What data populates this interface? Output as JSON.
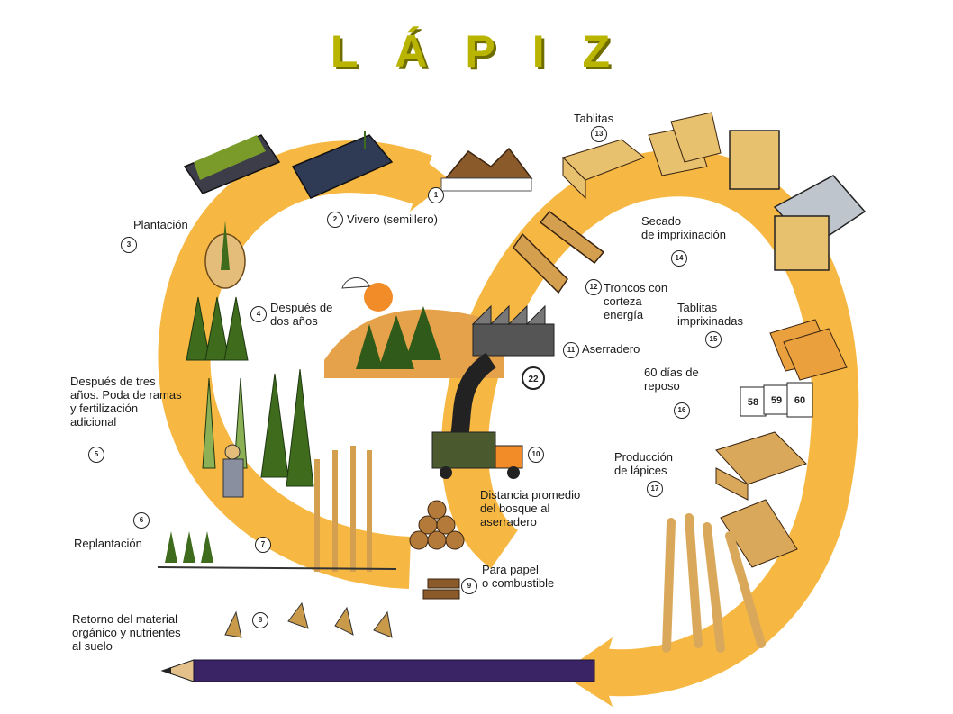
{
  "title": "L Á P I Z",
  "steps": [
    {
      "num": "1",
      "label": ""
    },
    {
      "num": "2",
      "label": "Vivero (semillero)"
    },
    {
      "num": "3",
      "label": "Plantación"
    },
    {
      "num": "4",
      "label": "Después de\ndos años"
    },
    {
      "num": "5",
      "label": "Después de tres\naños. Poda de ramas\ny fertilización\nadicional"
    },
    {
      "num": "6",
      "label": "Replantación"
    },
    {
      "num": "7",
      "label": ""
    },
    {
      "num": "8",
      "label": "Retorno del material\norgánico y nutrientes\nal suelo"
    },
    {
      "num": "9",
      "label": "Para papel\no combustible"
    },
    {
      "num": "10",
      "label": "Distancia promedio\ndel bosque al\naserradero"
    },
    {
      "num": "11",
      "label": "Aserradero"
    },
    {
      "num": "12",
      "label": "Troncos con\ncorteza\nenergía"
    },
    {
      "num": "13",
      "label": "Tablitas"
    },
    {
      "num": "14",
      "label": "Secado\nde imprixinación"
    },
    {
      "num": "15",
      "label": "Tablitas\nimprixinadas"
    },
    {
      "num": "16",
      "label": "60 días de\nreposo"
    },
    {
      "num": "17",
      "label": "Producción\nde lápices"
    }
  ],
  "distance_sign": "22",
  "price_tags": [
    "58",
    "59",
    "60"
  ],
  "colors": {
    "title": "#b9b400",
    "title_shadow": "#6f6c00",
    "cycle_arrow": "#f6b843",
    "cycle_arrow_light": "#fbd47c",
    "tree": "#3f6b1d",
    "wood": "#e0b25e",
    "pencil": "#3b2466",
    "ink": "#1a1a1a"
  }
}
